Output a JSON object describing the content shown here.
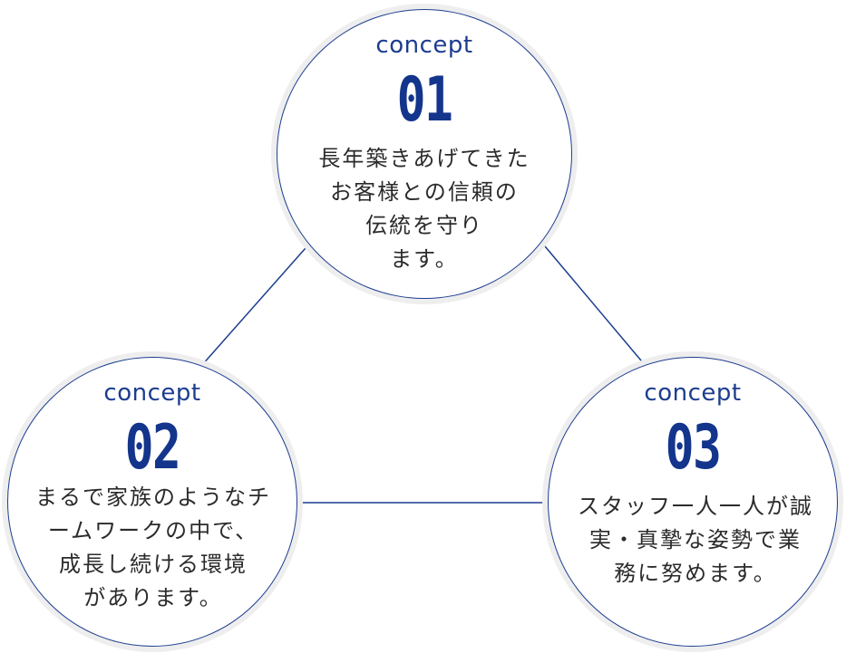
{
  "colors": {
    "accent": "#14358c",
    "line": "#1c3d8f",
    "text": "#2b2b2b",
    "halo": "#eeeeee"
  },
  "concepts": [
    {
      "label": "concept",
      "number": "01",
      "text": "長年築きあげてきた\nお客様との信頼の\n伝統を守り\nます。"
    },
    {
      "label": "concept",
      "number": "02",
      "text": "まるで家族のようなチ\nームワークの中で、\n成長し続ける環境\nがあります。"
    },
    {
      "label": "concept",
      "number": "03",
      "text": "スタッフ一人一人が誠\n実・真摯な姿勢で業\n務に努めます。"
    }
  ]
}
